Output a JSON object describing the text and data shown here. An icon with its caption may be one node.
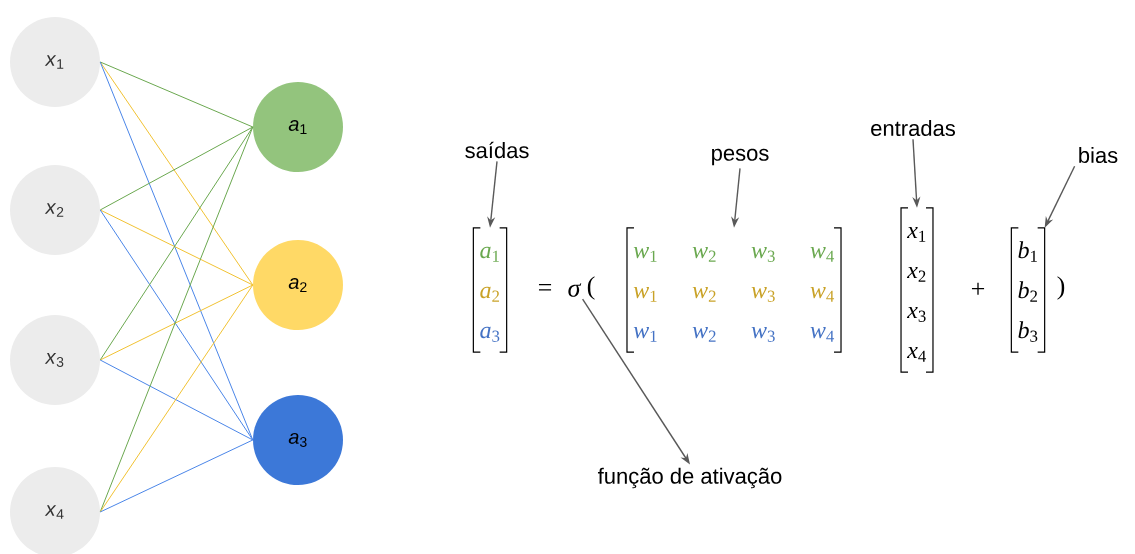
{
  "diagram": {
    "nodes": [
      {
        "text": [
          "*x*$_{1}$"
        ]
      },
      {
        "text": [
          "*x*$_{2}$"
        ]
      },
      {
        "text": [
          "*x*$_{3}$"
        ]
      },
      {
        "text": [
          "*x*$_{4}$"
        ]
      },
      {
        "text": [
          "*a*$_{1}$"
        ]
      },
      {
        "text": [
          "*a*$_{2}$"
        ]
      },
      {
        "text": [
          "*a*$_{3}$"
        ]
      },
      {
        "text": [
          "saídas"
        ]
      },
      {
        "text": [
          "pesos"
        ]
      },
      {
        "text": [
          "entradas"
        ]
      },
      {
        "text": [
          "bias"
        ]
      },
      {
        "text": [
          "*a*$_{1}$",
          "*a*$_{2}$",
          "*a*$_{3}$"
        ]
      },
      {
        "text": [
          "σ"
        ]
      },
      {
        "text": [
          "*w*$_{1}$",
          "*w*$_{2}$",
          "*w*$_{3}$",
          "*w*$_{4}$",
          "*w*$_{1}$",
          "*w*$_{2}$",
          "*w*$_{3}$",
          "*w*$_{4}$",
          "*w*$_{1}$",
          "*w*$_{2}$",
          "*w*$_{3}$",
          "*w*$_{4}$"
        ]
      },
      {
        "text": [
          "*x*$_{1}$",
          "*x*$_{2}$",
          "*x*$_{3}$",
          "*x*$_{4}$"
        ]
      },
      {
        "text": [
          "*b*$_{1}$",
          "*b*$_{2}$",
          "*b*$_{3}$"
        ]
      },
      {
        "text": [
          "função de ativação"
        ]
      }
    ],
    "edges": [
      {
        "from": 0,
        "to": 4,
        "arrow": "none",
        "color": "#6aa84f"
      },
      {
        "from": 0,
        "to": 5,
        "arrow": "none",
        "color": "#f1c232"
      },
      {
        "from": 0,
        "to": 6,
        "arrow": "none",
        "color": "#4a86e8"
      },
      {
        "from": 1,
        "to": 4,
        "arrow": "none",
        "color": "#6aa84f"
      },
      {
        "from": 1,
        "to": 5,
        "arrow": "none",
        "color": "#f1c232"
      },
      {
        "from": 1,
        "to": 6,
        "arrow": "none",
        "color": "#4a86e8"
      },
      {
        "from": 2,
        "to": 4,
        "arrow": "none",
        "color": "#6aa84f"
      },
      {
        "from": 2,
        "to": 5,
        "arrow": "none",
        "color": "#f1c232"
      },
      {
        "from": 2,
        "to": 6,
        "arrow": "none",
        "color": "#4a86e8"
      },
      {
        "from": 3,
        "to": 4,
        "arrow": "none",
        "color": "#6aa84f"
      },
      {
        "from": 3,
        "to": 5,
        "arrow": "none",
        "color": "#f1c232"
      },
      {
        "from": 3,
        "to": 6,
        "arrow": "none",
        "color": "#4a86e8"
      },
      {
        "from": 7,
        "to": 11,
        "arrow": "to",
        "color": "#595959"
      },
      {
        "from": 8,
        "to": 13,
        "arrow": "to",
        "color": "#595959"
      },
      {
        "from": 9,
        "to": 14,
        "arrow": "to",
        "color": "#595959"
      },
      {
        "from": 10,
        "to": 15,
        "arrow": "to",
        "color": "#595959"
      },
      {
        "from": 12,
        "to": 16,
        "arrow": "to",
        "color": "#595959"
      }
    ],
    "labels": [
      "=",
      "(",
      "+",
      ")"
    ]
  }
}
